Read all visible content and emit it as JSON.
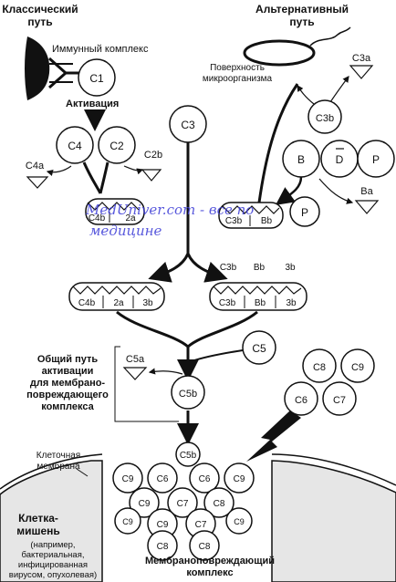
{
  "labels": {
    "classical_title_1": "Классический",
    "classical_title_2": "путь",
    "alternative_title_1": "Альтернативный",
    "alternative_title_2": "путь",
    "immune_complex": "Иммунный комплекс",
    "activation": "Активация",
    "surface_1": "Поверхность",
    "surface_2": "микроорганизма",
    "common_path_1": "Общий путь",
    "common_path_2": "активации",
    "common_path_3": "для мембрано-",
    "common_path_4": "повреждающего",
    "common_path_5": "комплекса",
    "cell_membrane_1": "Клеточная",
    "cell_membrane_2": "мембрана",
    "target_cell_1": "Клетка-",
    "target_cell_2": "мишень",
    "target_note_1": "(например,",
    "target_note_2": "бактериальная,",
    "target_note_3": "инфицированная",
    "target_note_4": "вирусом, опухолевая)",
    "mac_1": "Мембраноповреждающий",
    "mac_2": "комплекс"
  },
  "components": {
    "c1": "C1",
    "c4": "C4",
    "c2": "C2",
    "c4a": "C4a",
    "c2b": "C2b",
    "c3": "C3",
    "c3a": "C3a",
    "c3b": "C3b",
    "b": "B",
    "d": "D",
    "p": "P",
    "ba": "Ba",
    "bb": "Bb",
    "p2": "P",
    "c4b": "C4b",
    "two_a": "2a",
    "three_b": "3b",
    "c5": "C5",
    "c5a": "C5a",
    "c5b": "C5b",
    "c6": "C6",
    "c7": "C7",
    "c8": "C8",
    "c9": "C9"
  },
  "watermark": {
    "line1": "MedUniver.com - все по",
    "line2": "медицине"
  },
  "colors": {
    "ink": "#111111",
    "background": "#ffffff",
    "watermark": "#3b3bd6"
  }
}
